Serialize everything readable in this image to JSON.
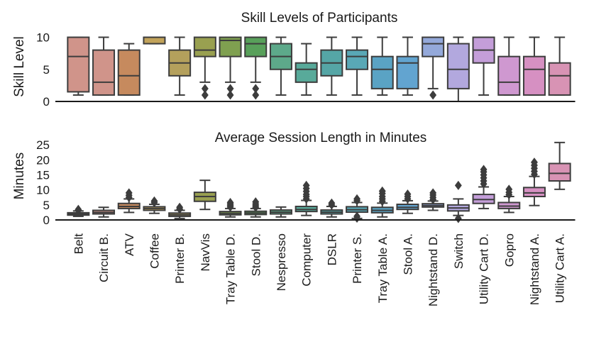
{
  "chart_data": [
    {
      "type": "box",
      "title": "Skill Levels of Participants",
      "xlabel": "",
      "ylabel": "Skill Level",
      "ylim": [
        0,
        10.5
      ],
      "yticks": [
        0,
        5,
        10
      ],
      "grid": false,
      "categories": [
        "Belt",
        "Circuit B.",
        "ATV",
        "Coffee",
        "Printer B.",
        "NavVis",
        "Tray Table D.",
        "Stool D.",
        "Nespresso",
        "Computer",
        "DSLR",
        "Printer S.",
        "Tray Table A.",
        "Stool A.",
        "Nightstand D.",
        "Switch",
        "Utility Cart D.",
        "Gopro",
        "Nightstand A.",
        "Utility Cart A."
      ],
      "colors": [
        "#d0948a",
        "#d0948a",
        "#c68a5e",
        "#c2a35a",
        "#b4a05c",
        "#99a050",
        "#7fa050",
        "#58a05a",
        "#5da98a",
        "#58aa9a",
        "#55a6a6",
        "#59a8b6",
        "#5aa3c4",
        "#62a4d0",
        "#94a9da",
        "#b2a8de",
        "#c49ed9",
        "#cf98d0",
        "#d690c2",
        "#d893b4"
      ],
      "boxes": [
        {
          "min": 1,
          "q1": 1.5,
          "median": 7,
          "q3": 10,
          "max": 10,
          "outliers": []
        },
        {
          "min": 1,
          "q1": 1,
          "median": 3,
          "q3": 8,
          "max": 10,
          "outliers": []
        },
        {
          "min": 1,
          "q1": 1,
          "median": 4,
          "q3": 8,
          "max": 9,
          "outliers": []
        },
        {
          "min": 9,
          "q1": 9,
          "median": 10,
          "q3": 10,
          "max": 10,
          "outliers": []
        },
        {
          "min": 1,
          "q1": 4,
          "median": 6,
          "q3": 8,
          "max": 10,
          "outliers": []
        },
        {
          "min": 3,
          "q1": 7,
          "median": 8,
          "q3": 10,
          "max": 10,
          "outliers": [
            2,
            1
          ]
        },
        {
          "min": 3,
          "q1": 7,
          "median": 9.5,
          "q3": 10,
          "max": 10,
          "outliers": [
            2,
            1
          ]
        },
        {
          "min": 3,
          "q1": 7,
          "median": 9,
          "q3": 10,
          "max": 10,
          "outliers": [
            2,
            1
          ]
        },
        {
          "min": 1,
          "q1": 5,
          "median": 7,
          "q3": 9,
          "max": 10,
          "outliers": []
        },
        {
          "min": 1,
          "q1": 3,
          "median": 5,
          "q3": 6,
          "max": 9,
          "outliers": []
        },
        {
          "min": 1,
          "q1": 4,
          "median": 6,
          "q3": 8,
          "max": 10,
          "outliers": []
        },
        {
          "min": 1,
          "q1": 5,
          "median": 7,
          "q3": 8,
          "max": 10,
          "outliers": []
        },
        {
          "min": 1,
          "q1": 2,
          "median": 5,
          "q3": 7,
          "max": 10,
          "outliers": []
        },
        {
          "min": 1,
          "q1": 2,
          "median": 6,
          "q3": 7,
          "max": 10,
          "outliers": []
        },
        {
          "min": 2,
          "q1": 7,
          "median": 9,
          "q3": 10,
          "max": 10,
          "outliers": [
            1
          ]
        },
        {
          "min": 0,
          "q1": 2,
          "median": 5,
          "q3": 9,
          "max": 10,
          "outliers": []
        },
        {
          "min": 1,
          "q1": 6,
          "median": 8,
          "q3": 10,
          "max": 10,
          "outliers": []
        },
        {
          "min": 1,
          "q1": 1,
          "median": 3,
          "q3": 7,
          "max": 10,
          "outliers": []
        },
        {
          "min": 1,
          "q1": 1,
          "median": 5,
          "q3": 7,
          "max": 10,
          "outliers": []
        },
        {
          "min": 1,
          "q1": 1,
          "median": 4,
          "q3": 6,
          "max": 10,
          "outliers": []
        }
      ]
    },
    {
      "type": "box",
      "title": "Average Session Length in Minutes",
      "xlabel": "",
      "ylabel": "Minutes",
      "ylim": [
        0,
        26
      ],
      "yticks": [
        0,
        5,
        10,
        15,
        20,
        25
      ],
      "grid": false,
      "categories": [
        "Belt",
        "Circuit B.",
        "ATV",
        "Coffee",
        "Printer B.",
        "NavVis",
        "Tray Table D.",
        "Stool D.",
        "Nespresso",
        "Computer",
        "DSLR",
        "Printer S.",
        "Tray Table A.",
        "Stool A.",
        "Nightstand D.",
        "Switch",
        "Utility Cart D.",
        "Gopro",
        "Nightstand A.",
        "Utility Cart A."
      ],
      "colors": [
        "#d0948a",
        "#d0948a",
        "#c68a5e",
        "#c2a35a",
        "#b4a05c",
        "#99a050",
        "#7fa050",
        "#58a05a",
        "#5da98a",
        "#58aa9a",
        "#55a6a6",
        "#59a8b6",
        "#5aa3c4",
        "#62a4d0",
        "#94a9da",
        "#b2a8de",
        "#c49ed9",
        "#cf98d0",
        "#d690c2",
        "#d893b4"
      ],
      "boxes": [
        {
          "min": 1.2,
          "q1": 1.6,
          "median": 2.0,
          "q3": 2.4,
          "max": 3.0,
          "outliers": [
            3.5,
            3.2
          ]
        },
        {
          "min": 1.0,
          "q1": 2.0,
          "median": 2.5,
          "q3": 3.2,
          "max": 4.2,
          "outliers": []
        },
        {
          "min": 2.5,
          "q1": 3.8,
          "median": 4.5,
          "q3": 5.5,
          "max": 7.0,
          "outliers": [
            7.5,
            8.2,
            9.0
          ]
        },
        {
          "min": 2.2,
          "q1": 3.2,
          "median": 3.8,
          "q3": 4.4,
          "max": 5.2,
          "outliers": [
            5.8,
            6.3
          ]
        },
        {
          "min": 0.5,
          "q1": 1.2,
          "median": 1.7,
          "q3": 2.3,
          "max": 3.2,
          "outliers": [
            3.6,
            4.2
          ]
        },
        {
          "min": 3.5,
          "q1": 6.2,
          "median": 7.8,
          "q3": 9.2,
          "max": 13.2,
          "outliers": []
        },
        {
          "min": 1.0,
          "q1": 1.7,
          "median": 2.2,
          "q3": 2.8,
          "max": 3.8,
          "outliers": [
            4.3,
            4.8,
            5.3,
            5.8
          ]
        },
        {
          "min": 1.0,
          "q1": 1.8,
          "median": 2.3,
          "q3": 2.9,
          "max": 3.8,
          "outliers": [
            4.2,
            4.7,
            5.3,
            6.0
          ]
        },
        {
          "min": 1.0,
          "q1": 2.0,
          "median": 2.6,
          "q3": 3.3,
          "max": 4.3,
          "outliers": []
        },
        {
          "min": 1.5,
          "q1": 2.8,
          "median": 3.5,
          "q3": 4.5,
          "max": 6.5,
          "outliers": [
            7.0,
            7.8,
            8.5,
            9.5,
            10.5,
            11.5
          ]
        },
        {
          "min": 1.0,
          "q1": 2.0,
          "median": 2.6,
          "q3": 3.3,
          "max": 4.5,
          "outliers": [
            5.0,
            5.6
          ]
        },
        {
          "min": 0.5,
          "q1": 2.6,
          "median": 3.4,
          "q3": 4.4,
          "max": 5.8,
          "outliers": [
            6.4,
            7.0,
            1.2,
            0.6
          ]
        },
        {
          "min": 1.0,
          "q1": 2.4,
          "median": 3.2,
          "q3": 4.2,
          "max": 5.6,
          "outliers": [
            6.2,
            7.0,
            7.8,
            8.8,
            9.6
          ]
        },
        {
          "min": 2.2,
          "q1": 3.5,
          "median": 4.2,
          "q3": 5.2,
          "max": 6.4,
          "outliers": [
            7.0,
            7.8,
            8.6
          ]
        },
        {
          "min": 3.2,
          "q1": 4.3,
          "median": 4.8,
          "q3": 5.4,
          "max": 6.3,
          "outliers": [
            6.8,
            7.5,
            8.3,
            9.0
          ]
        },
        {
          "min": 1.5,
          "q1": 3.0,
          "median": 4.0,
          "q3": 5.0,
          "max": 7.0,
          "outliers": [
            11.5,
            0.5
          ]
        },
        {
          "min": 3.8,
          "q1": 5.5,
          "median": 6.8,
          "q3": 8.5,
          "max": 11.0,
          "outliers": [
            12.0,
            13.0,
            14.0,
            15.0,
            16.0,
            16.8
          ]
        },
        {
          "min": 2.5,
          "q1": 3.8,
          "median": 4.6,
          "q3": 5.8,
          "max": 7.8,
          "outliers": [
            8.4,
            9.2,
            10.2
          ]
        },
        {
          "min": 4.8,
          "q1": 7.8,
          "median": 9.0,
          "q3": 10.8,
          "max": 14.5,
          "outliers": [
            15.2,
            16.2,
            17.2,
            18.2,
            19.2
          ]
        },
        {
          "min": 10.2,
          "q1": 13.0,
          "median": 15.5,
          "q3": 18.8,
          "max": 25.8,
          "outliers": []
        }
      ]
    }
  ]
}
